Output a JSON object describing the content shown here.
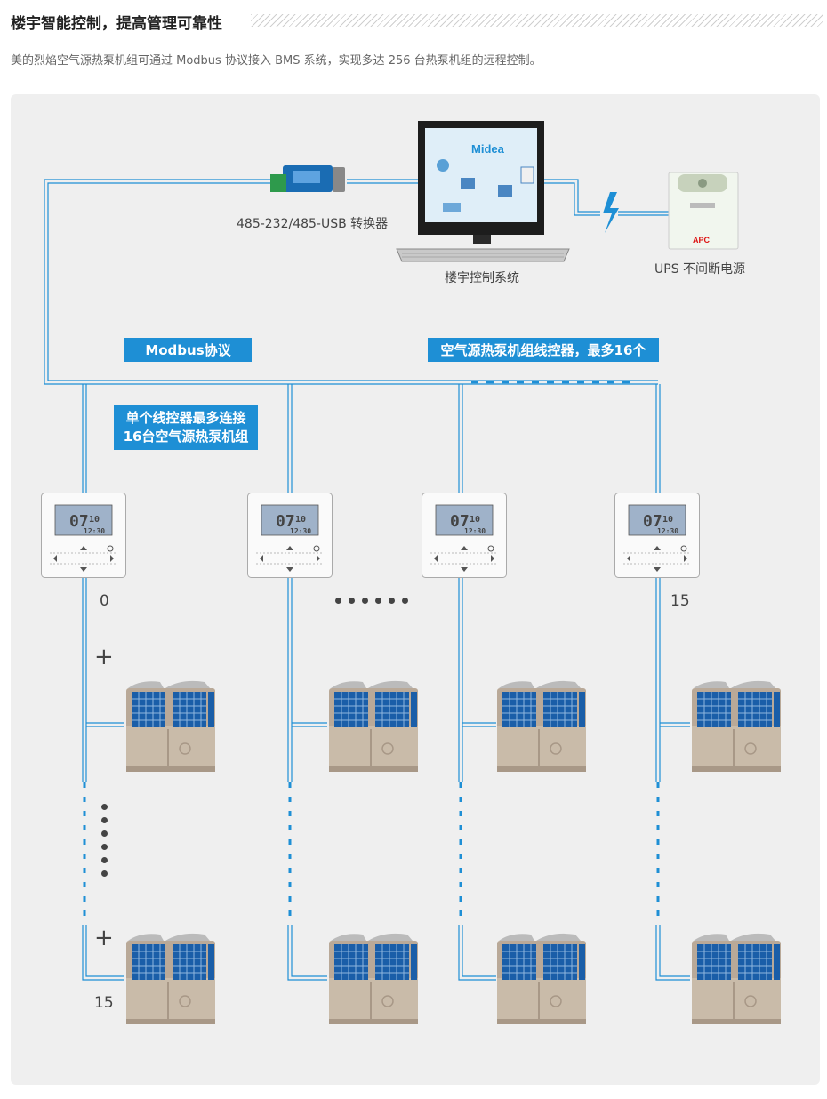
{
  "header": {
    "title": "楼宇智能控制，提高管理可靠性",
    "subtitle": "美的烈焰空气源热泵机组可通过 Modbus 协议接入 BMS 系统，实现多达 256 台热泵机组的远程控制。"
  },
  "diagram": {
    "converter_label": "485-232/485-USB 转换器",
    "computer_label": "楼宇控制系统",
    "ups_label": "UPS 不间断电源",
    "screen_brand": "Midea",
    "ups_brand": "APC",
    "tags": {
      "modbus": "Modbus协议",
      "controllers": "空气源热泵机组线控器，最多16个",
      "per_controller_line1": "单个线控器最多连接",
      "per_controller_line2": "16台空气源热泵机组"
    },
    "controller_display": {
      "big": "07",
      "small": "10",
      "time": "12:30"
    },
    "controller_first_index": "0",
    "controller_last_index": "15",
    "unit_last_index": "15",
    "plus_symbol": "+"
  },
  "colors": {
    "line": "#1e8fd5",
    "tag": "#1e8fd5",
    "panel": "#efefef"
  }
}
